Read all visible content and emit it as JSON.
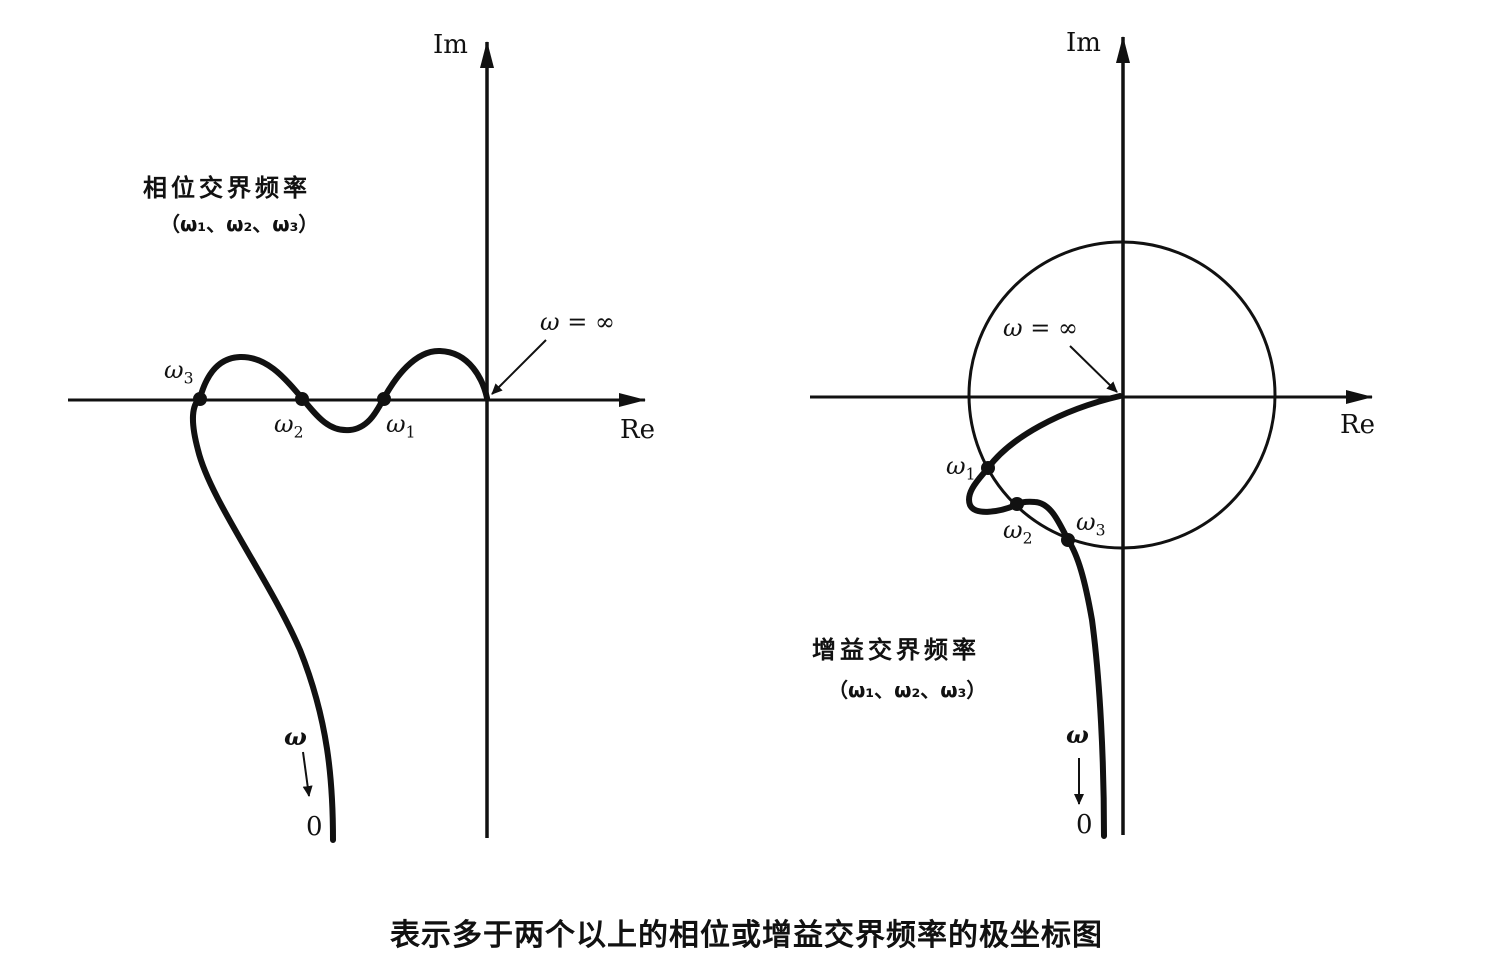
{
  "left_plot": {
    "axis_im": "Im",
    "axis_re": "Re",
    "title": "相位交界频率",
    "subtitle": "（ω₁、ω₂、ω₃）",
    "w_inf_label": "ω = ∞",
    "points": [
      {
        "name": "ω",
        "sub": "1"
      },
      {
        "name": "ω",
        "sub": "2"
      },
      {
        "name": "ω",
        "sub": "3"
      }
    ],
    "omega_label": "ω",
    "zero_label": "0"
  },
  "right_plot": {
    "axis_im": "Im",
    "axis_re": "Re",
    "title": "增益交界频率",
    "subtitle": "（ω₁、ω₂、ω₃）",
    "w_inf_label": "ω = ∞",
    "points": [
      {
        "name": "ω",
        "sub": "1"
      },
      {
        "name": "ω",
        "sub": "2"
      },
      {
        "name": "ω",
        "sub": "3"
      }
    ],
    "omega_label": "ω",
    "zero_label": "0"
  },
  "caption": "表示多于两个以上的相位或增益交界频率的极坐标图",
  "colors": {
    "ink": "#111111",
    "background": "#ffffff"
  }
}
